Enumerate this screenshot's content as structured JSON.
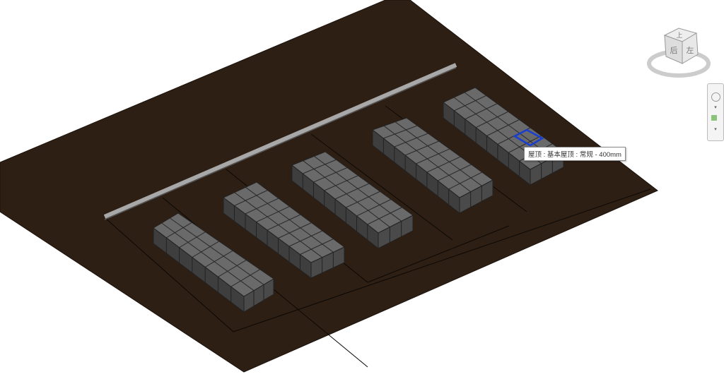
{
  "tooltip": {
    "text": "屋顶 : 基本屋顶 : 常规 - 400mm"
  },
  "viewcube": {
    "top_label": "上",
    "left_face": "后",
    "right_face": "左"
  },
  "colors": {
    "ground": "#2e1f14",
    "block_top": "#6a6a6a",
    "block_side": "#3e3e3e",
    "selection": "#1a3fd0"
  },
  "blocks": [
    {
      "cols": 3,
      "rows": 7
    },
    {
      "cols": 3,
      "rows": 8
    },
    {
      "cols": 3,
      "rows": 8
    },
    {
      "cols": 3,
      "rows": 8
    },
    {
      "cols": 3,
      "rows": 8
    }
  ]
}
